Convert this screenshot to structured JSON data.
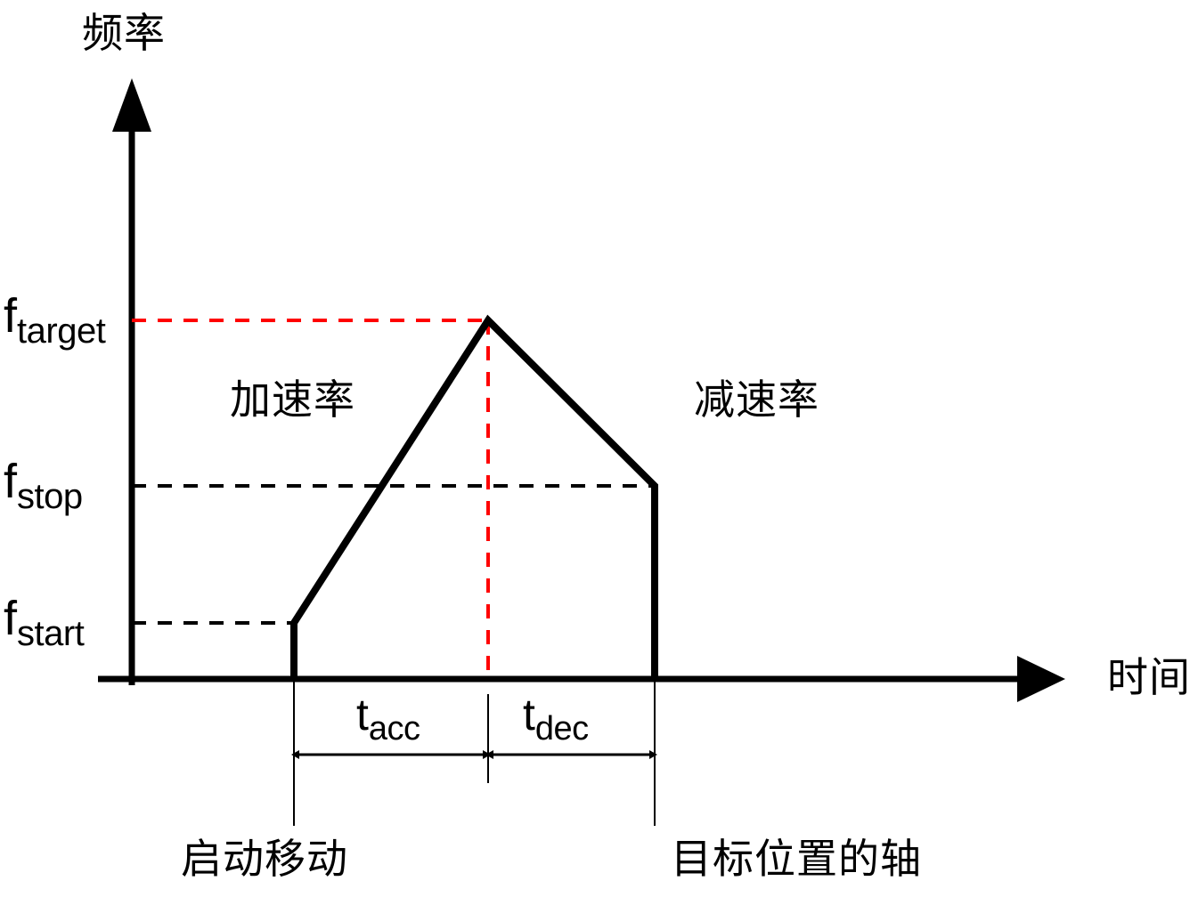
{
  "figure": {
    "type": "diagram",
    "description": "Stepper motor speed ramp profile: frequency versus time showing acceleration and deceleration phases",
    "background_color": "#ffffff",
    "curve_color": "#000000",
    "accent_color": "#ff0000",
    "guide_color": "#000000"
  },
  "axes": {
    "y_label": "频率",
    "x_label": "时间",
    "y_axis_name": "frequency-axis",
    "x_axis_name": "time-axis"
  },
  "levels": [
    {
      "id": "f_target",
      "base": "f",
      "sub": "target",
      "line_style": "dashed",
      "line_color": "#ff0000"
    },
    {
      "id": "f_stop",
      "base": "f",
      "sub": "stop",
      "line_style": "dashed",
      "line_color": "#000000"
    },
    {
      "id": "f_start",
      "base": "f",
      "sub": "start",
      "line_style": "dashed",
      "line_color": "#000000"
    }
  ],
  "regions": [
    {
      "id": "accel",
      "label": "加速率"
    },
    {
      "id": "decel",
      "label": "减速率"
    }
  ],
  "intervals": [
    {
      "id": "t_acc",
      "base": "t",
      "sub": "acc"
    },
    {
      "id": "t_dec",
      "base": "t",
      "sub": "dec"
    }
  ],
  "markers": [
    {
      "id": "start_move",
      "label": "启动移动"
    },
    {
      "id": "target_axis",
      "label": "目标位置的轴"
    }
  ],
  "chart_data": {
    "type": "line",
    "title": "",
    "xlabel": "时间",
    "ylabel": "频率",
    "grid": false,
    "legend": "none",
    "x": [
      330,
      330,
      548,
      735,
      735
    ],
    "y": [
      0,
      1,
      3,
      2,
      0
    ],
    "series": [
      {
        "name": "frequency-profile",
        "points": [
          {
            "t": "t0",
            "f": "0"
          },
          {
            "t": "t0",
            "f": "f_start"
          },
          {
            "t": "t0+t_acc",
            "f": "f_target"
          },
          {
            "t": "t0+t_acc+t_dec",
            "f": "f_stop"
          },
          {
            "t": "t0+t_acc+t_dec",
            "f": "0"
          }
        ]
      }
    ],
    "annotations": [
      "加速率",
      "减速率",
      "启动移动",
      "目标位置的轴"
    ]
  }
}
